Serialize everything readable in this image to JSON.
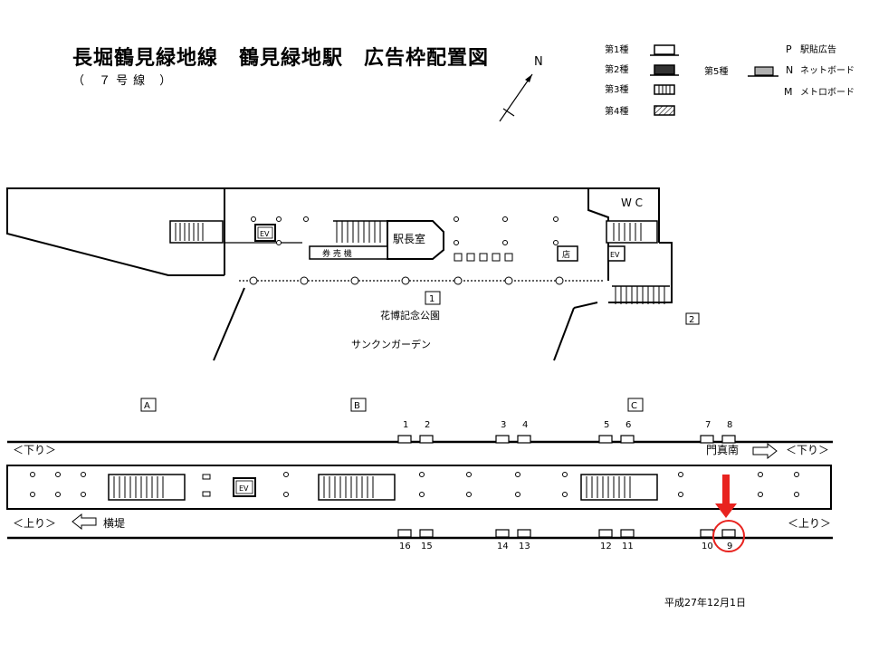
{
  "title": "長堀鶴見緑地線　鶴見緑地駅　広告枠配置図",
  "subtitle": "（ ７号線 ）",
  "north_label": "N",
  "legend": {
    "type1": "第1種",
    "type2": "第2種",
    "type3": "第3種",
    "type4": "第4種",
    "type5": "第5種",
    "p_letter": "P",
    "p_label": "駅貼広告",
    "n_letter": "N",
    "n_label": "ネットボード",
    "m_letter": "M",
    "m_label": "メトロボード"
  },
  "concourse": {
    "wc": "W C",
    "ev_left": "EV",
    "ev_right": "EV",
    "ticket_machines": "券 売 機",
    "station_office": "駅長室",
    "shop": "店",
    "exit1_num": "1",
    "exit1_label": "花博記念公園",
    "exit2_num": "2",
    "sunken_garden": "サンクンガーデン"
  },
  "platform": {
    "section_a": "A",
    "section_b": "B",
    "section_c": "C",
    "down_left": "＜下り＞",
    "down_right": "＜下り＞",
    "up_left": "＜上り＞",
    "up_right": "＜上り＞",
    "dest_down": "門真南",
    "dest_up": "横堤",
    "ev": "EV",
    "top_boards": [
      "1",
      "2",
      "3",
      "4",
      "5",
      "6",
      "7",
      "8"
    ],
    "bottom_boards": [
      "16",
      "15",
      "14",
      "13",
      "12",
      "11",
      "10",
      "9"
    ],
    "highlight_board": "9"
  },
  "date": "平成27年12月1日",
  "colors": {
    "highlight": "#e8231f",
    "line": "#000000",
    "type5_fill": "#b0b0b0",
    "type2_fill": "#333333"
  }
}
